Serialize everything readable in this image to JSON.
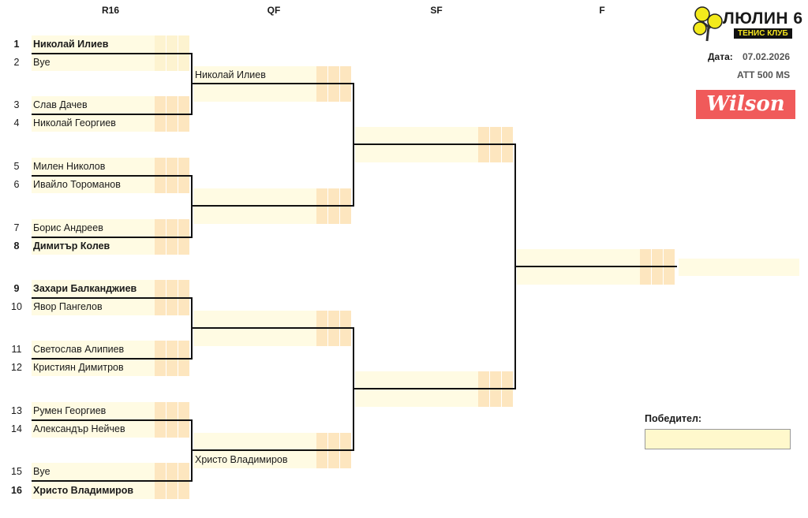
{
  "rounds": [
    "R16",
    "QF",
    "SF",
    "F"
  ],
  "logo": {
    "title": "ЛЮЛИН 6",
    "subtitle": "ТЕНИС КЛУБ"
  },
  "date_label": "Дата:",
  "date": "07.02.2026",
  "tournament": "ATT 500 MS",
  "sponsor": "Wilson",
  "winner_label": "Победител:",
  "winner": "",
  "r16": [
    {
      "seed": "1",
      "name": "Николай Илиев",
      "bold": true
    },
    {
      "seed": "2",
      "name": "Bye",
      "bold": false
    },
    {
      "seed": "3",
      "name": "Слав Дачев",
      "bold": false
    },
    {
      "seed": "4",
      "name": "Николай Георгиев",
      "bold": false
    },
    {
      "seed": "5",
      "name": "Милен Николов",
      "bold": false
    },
    {
      "seed": "6",
      "name": "Ивайло Тороманов",
      "bold": false
    },
    {
      "seed": "7",
      "name": "Борис Андреев",
      "bold": false
    },
    {
      "seed": "8",
      "name": "Димитър Колев",
      "bold": true
    },
    {
      "seed": "9",
      "name": "Захари Балканджиев",
      "bold": true
    },
    {
      "seed": "10",
      "name": "Явор Пангелов",
      "bold": false
    },
    {
      "seed": "11",
      "name": "Светослав Алипиев",
      "bold": false
    },
    {
      "seed": "12",
      "name": "Кристиян Димитров",
      "bold": false
    },
    {
      "seed": "13",
      "name": "Румен Георгиев",
      "bold": false
    },
    {
      "seed": "14",
      "name": "Александър Нейчев",
      "bold": false
    },
    {
      "seed": "15",
      "name": "Bye",
      "bold": false
    },
    {
      "seed": "16",
      "name": "Христо Владимиров",
      "bold": true
    }
  ],
  "qf": [
    "Николай Илиев",
    "",
    "",
    "",
    "",
    "",
    "",
    "Христо Владимиров"
  ],
  "sf": [
    "",
    "",
    "",
    ""
  ],
  "f": [
    "",
    ""
  ]
}
